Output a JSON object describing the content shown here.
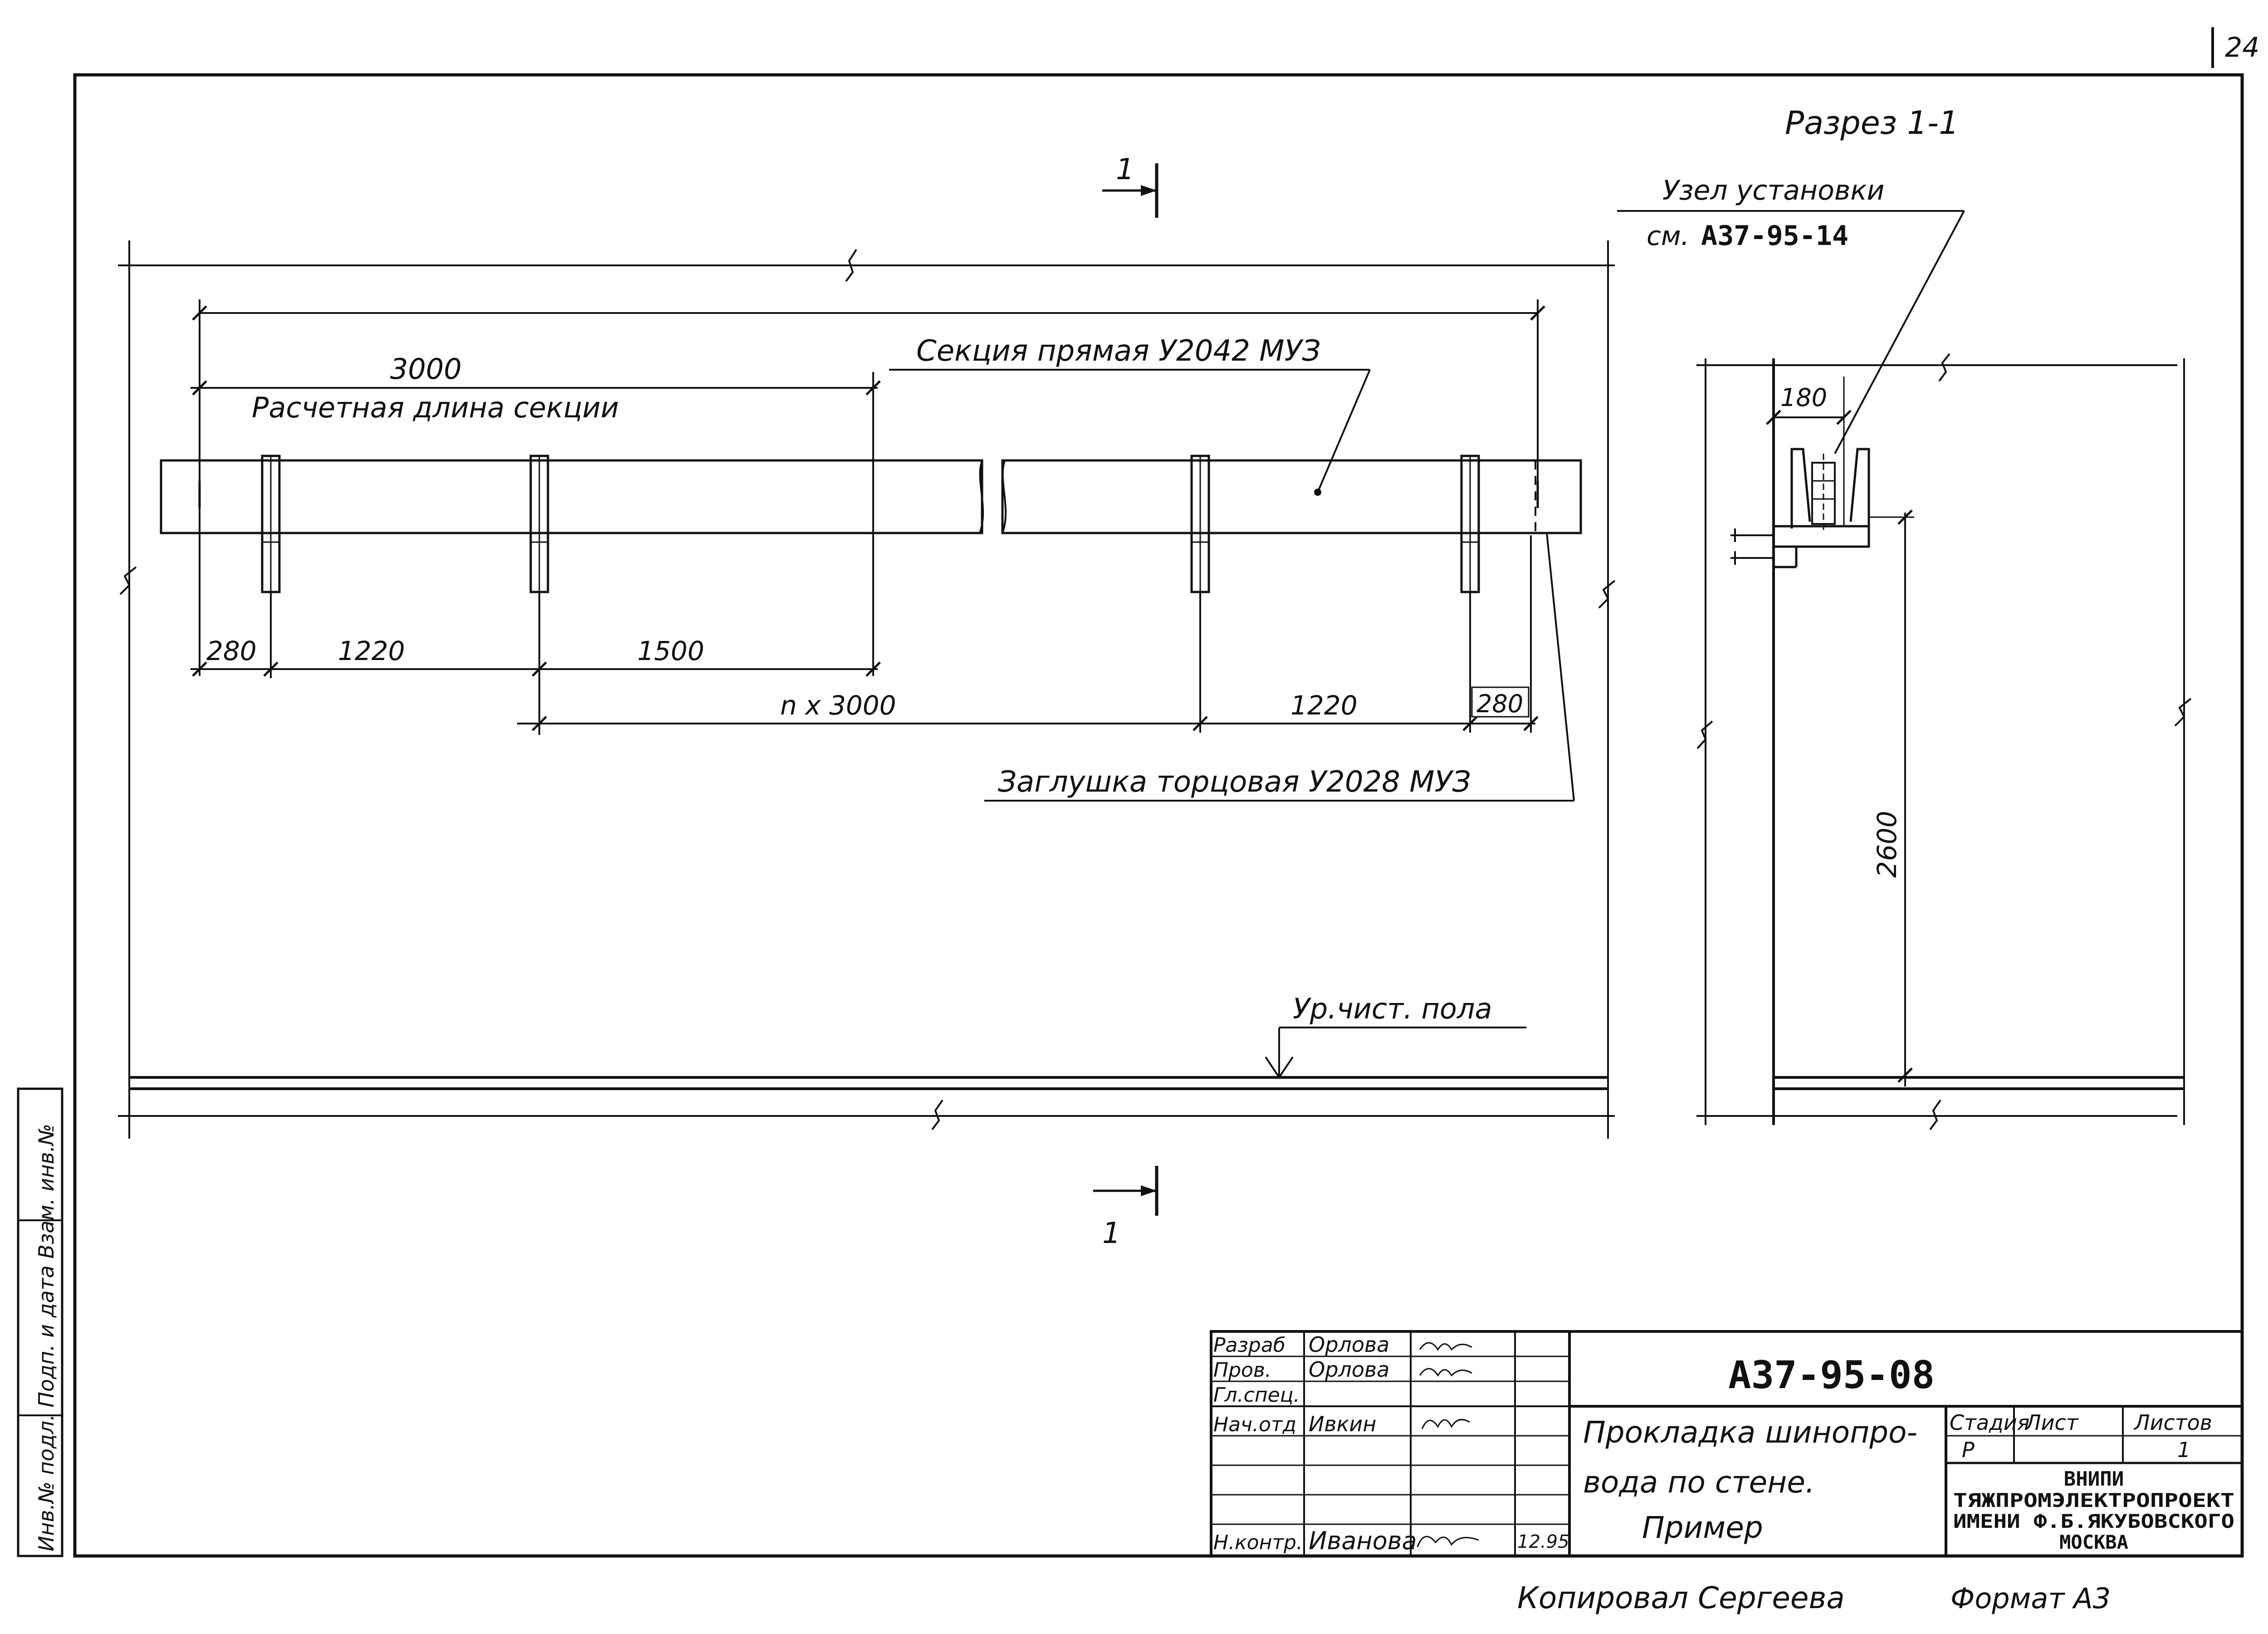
{
  "page_number": "24",
  "section_title": "Разрез 1-1",
  "section_mark": "1",
  "mount_note": {
    "line1": "Узел установки",
    "line2_prefix": "см.",
    "line2_ref": "А37-95-14"
  },
  "straight_section_label": "Секция прямая У2042 МУЗ",
  "end_cap_label": "Заглушка торцовая У2028 МУЗ",
  "design_length_label": "Расчетная длина секции",
  "floor_label": "Ур.чист. пола",
  "dims": {
    "d3000": "3000",
    "d280_left": "280",
    "d1220_left": "1220",
    "d1500": "1500",
    "dnx3000": "n x 3000",
    "d1220_right": "1220",
    "d280_right": "280",
    "d180": "180",
    "d2600": "2600"
  },
  "side_stamp": "Инв.№ подл. Подп. и дата Взам. инв.№",
  "title_block": {
    "roles": [
      "Разраб",
      "Пров.",
      "Гл.спец.",
      "Нач.отд",
      "",
      "",
      "Н.контр."
    ],
    "names": [
      "Орлова",
      "Орлова",
      "",
      "Ивкин",
      "",
      "",
      "Иванова"
    ],
    "date": "12.95",
    "doc_code": "А37-95-08",
    "title_lines": [
      "Прокладка шинопро-",
      "вода по стене.",
      "Пример"
    ],
    "col_stage": "Стадия",
    "col_sheet": "Лист",
    "col_sheets": "Листов",
    "stage": "Р",
    "sheets": "1",
    "org_lines": [
      "ВНИПИ",
      "ТЯЖПРОМЭЛЕКТРОПРОЕКТ",
      "ИМЕНИ Ф.Б.ЯКУБОВСКОГО",
      "МОСКВА"
    ]
  },
  "copied_by": "Копировал Сергеева",
  "format": "Формат А3"
}
